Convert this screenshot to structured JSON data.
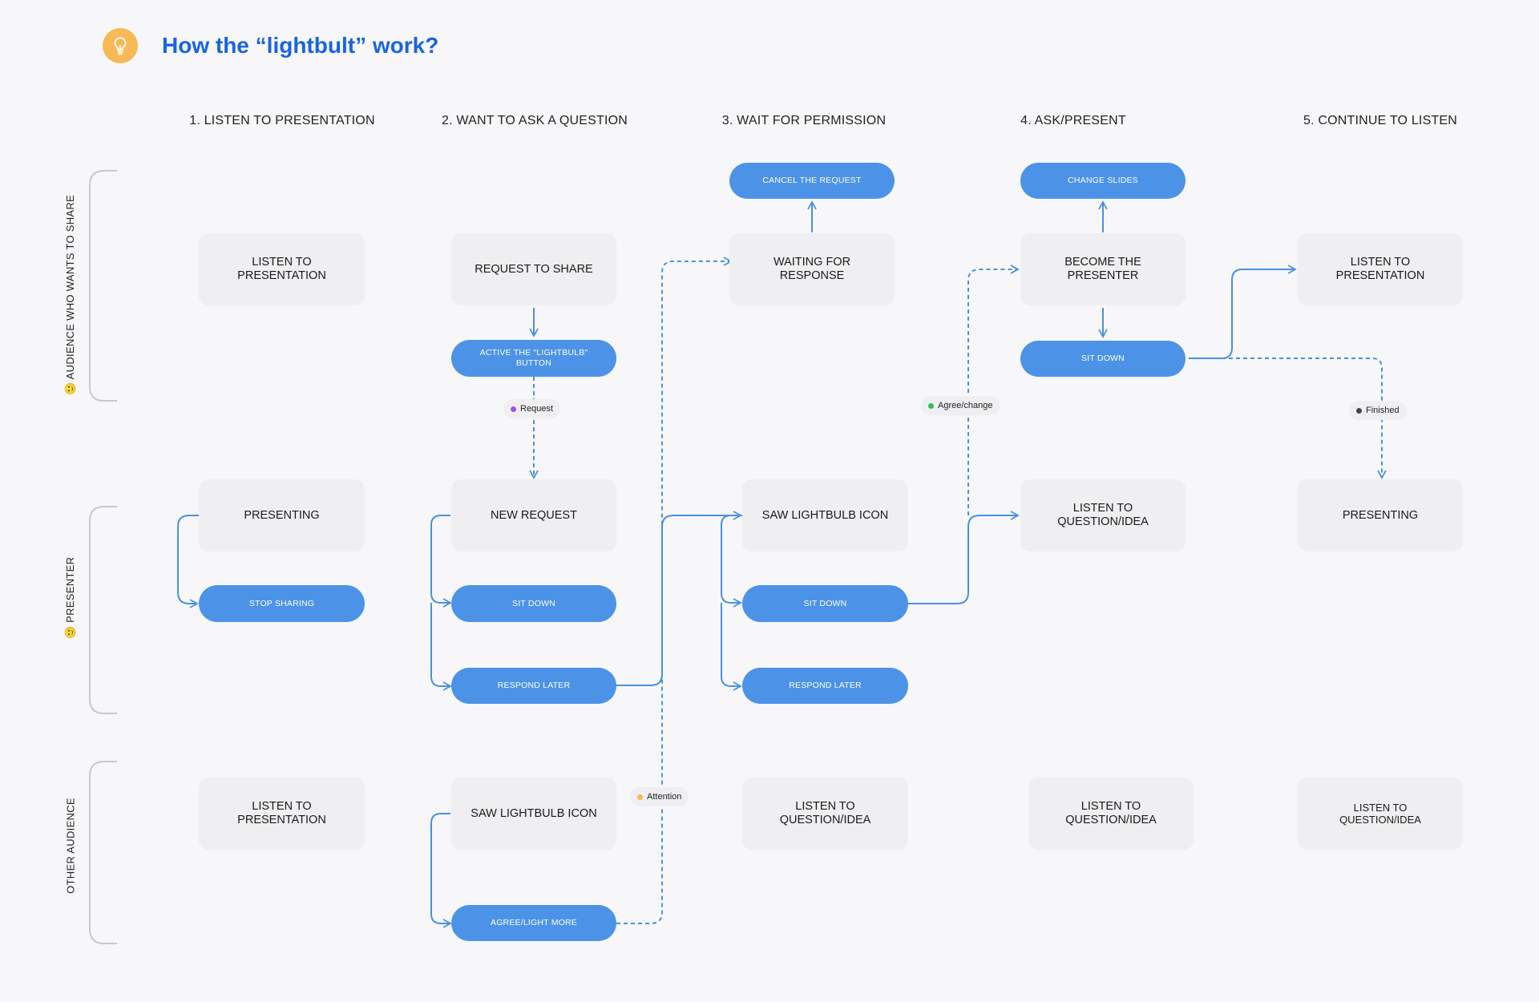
{
  "title": "How the “lightbult” work?",
  "icon": "lightbulb-icon",
  "colors": {
    "accent": "#1a63e0",
    "pill": "#4c93e8",
    "box": "#efeff1",
    "badge": "#f7b955",
    "line": "#4a90e2"
  },
  "columns": [
    "1. LISTEN TO PRESENTATION",
    "2. WANT TO ASK A QUESTION",
    "3. WAIT FOR PERMISSION",
    "4. ASK/PRESENT",
    "5. CONTINUE TO LISTEN"
  ],
  "lanes": [
    {
      "label": "AUDIENCE WHO WANTS TO SHARE",
      "emoji": "🙂"
    },
    {
      "label": "PRESENTER",
      "emoji": "🙂"
    },
    {
      "label": "OTHER AUDIENCE",
      "emoji": ""
    }
  ],
  "nodes": {
    "a1": "LISTEN TO\nPRESENTATION",
    "a2": "REQUEST TO SHARE",
    "a2_btn": "ACTIVE THE \"LIGHTBULB\"\nBUTTON",
    "a3_cancel": "CANCEL THE REQUEST",
    "a3": "WAITING FOR\nRESPONSE",
    "a4_change": "CHANGE SLIDES",
    "a4": "BECOME THE\nPRESENTER",
    "a4_sit": "SIT DOWN",
    "a5": "LISTEN TO\nPRESENTATION",
    "p1": "PRESENTING",
    "p1_stop": "STOP SHARING",
    "p2": "NEW REQUEST",
    "p2_sit": "SIT DOWN",
    "p2_later": "RESPOND LATER",
    "p3": "SAW LIGHTBULB ICON",
    "p3_sit": "SIT DOWN",
    "p3_later": "RESPOND LATER",
    "p4": "LISTEN TO\nQUESTION/IDEA",
    "p5": "PRESENTING",
    "o1": "LISTEN TO\nPRESENTATION",
    "o2": "SAW LIGHTBULB ICON",
    "o2_agree": "AGREE/LIGHT MORE",
    "o3": "LISTEN TO\nQUESTION/IDEA",
    "o4": "LISTEN TO\nQUESTION/IDEA",
    "o5": "LISTEN TO\nQUESTION/IDEA"
  },
  "tags": {
    "request": {
      "label": "Request",
      "color": "#a64ee0"
    },
    "agree": {
      "label": "Agree/change",
      "color": "#34b85a"
    },
    "finished": {
      "label": "Finished",
      "color": "#444444"
    },
    "attention": {
      "label": "Attention",
      "color": "#f7b955"
    }
  }
}
